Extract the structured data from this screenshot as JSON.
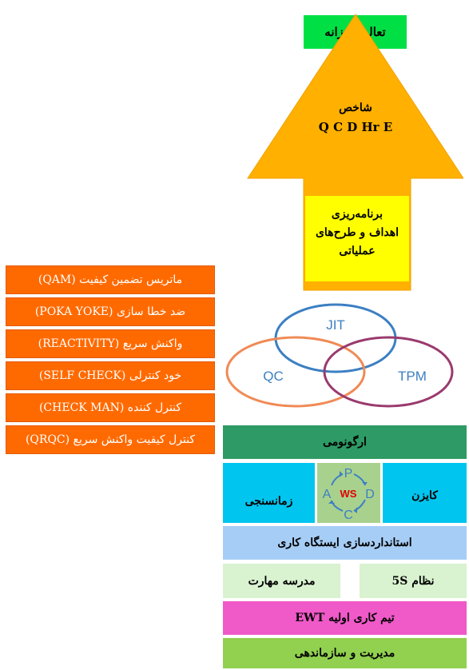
{
  "top_box": {
    "label": "تعالی روزانه",
    "color": "#00e045"
  },
  "arrow": {
    "color": "#ffb000",
    "title": "شاخص",
    "subtitle": "Q C D Hr E",
    "inner_box": {
      "line1": "برنامه‌ریزی",
      "line2": "اهداف و طرح‌های",
      "line3": "عملیاتی",
      "color": "#ffff00"
    }
  },
  "venn": {
    "circles": [
      {
        "label": "JIT",
        "color": "#3c7fc3"
      },
      {
        "label": "QC",
        "color": "#f08a55"
      },
      {
        "label": "TPM",
        "color": "#9a3a6e"
      }
    ]
  },
  "house": {
    "roof": {
      "label": "ارگونومی",
      "color": "#2e9a65"
    },
    "left_pillar": {
      "label": "زمانسنجی",
      "color": "#00c5ef"
    },
    "right_pillar": {
      "label": "کایزن",
      "color": "#00c5ef"
    },
    "pdca": {
      "P": "P",
      "D": "D",
      "C": "C",
      "A": "A",
      "center": "WS",
      "bg": "#a9d18e"
    },
    "standard": {
      "label": "استانداردسازی ایستگاه کاری",
      "color": "#a6cdf5"
    },
    "s5": {
      "label": "نظام 5S",
      "color": "#d9f2d0"
    },
    "skills": {
      "label": "مدرسه مهارت",
      "color": "#d9f2d0"
    },
    "ewt": {
      "label": "تیم کاری اولیه EWT",
      "color": "#f059c8"
    },
    "management": {
      "label": "مدیریت و سازماندهی",
      "color": "#92d050"
    }
  },
  "qlist": [
    "ماتریس تضمین کیفیت (QAM)",
    "ضد خطا سازی (POKA YOKE)",
    "واکنش سریع (REACTIVITY)",
    "خود کنترلی (SELF CHECK)",
    "کنترل کننده (CHECK MAN)",
    "کنترل کیفیت واکنش سریع (QRQC)"
  ]
}
